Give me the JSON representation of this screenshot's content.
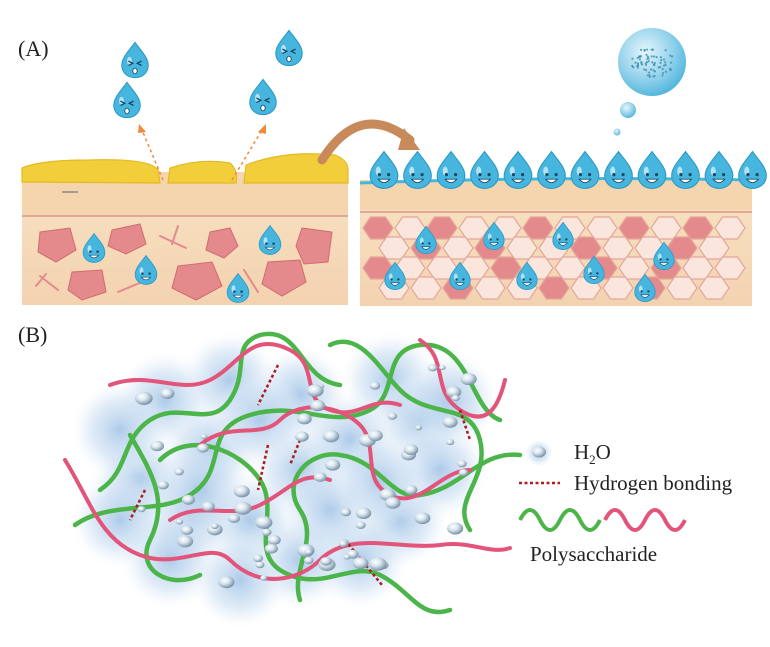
{
  "panel_a": {
    "label": "(A)"
  },
  "panel_b": {
    "label": "(B)"
  },
  "legend": {
    "water": {
      "main": "H",
      "sub": "2",
      "tail": "O"
    },
    "hbond": {
      "label": "Hydrogen bonding"
    },
    "polysaccharide": {
      "label": "Polysaccharide"
    }
  },
  "colors": {
    "skin": "#f6d9b6",
    "skin_edge": "#e9b6a0",
    "sebum": "#f2cf3a",
    "cell": "#e58a8c",
    "cell_light": "#fbe6dd",
    "droplet": "#47b6df",
    "droplet_light": "#a8e0f3",
    "strand_green": "#4cb54a",
    "strand_pink": "#e2547a",
    "hbond": "#b01f24",
    "water_blob": "#a9c8e8"
  }
}
